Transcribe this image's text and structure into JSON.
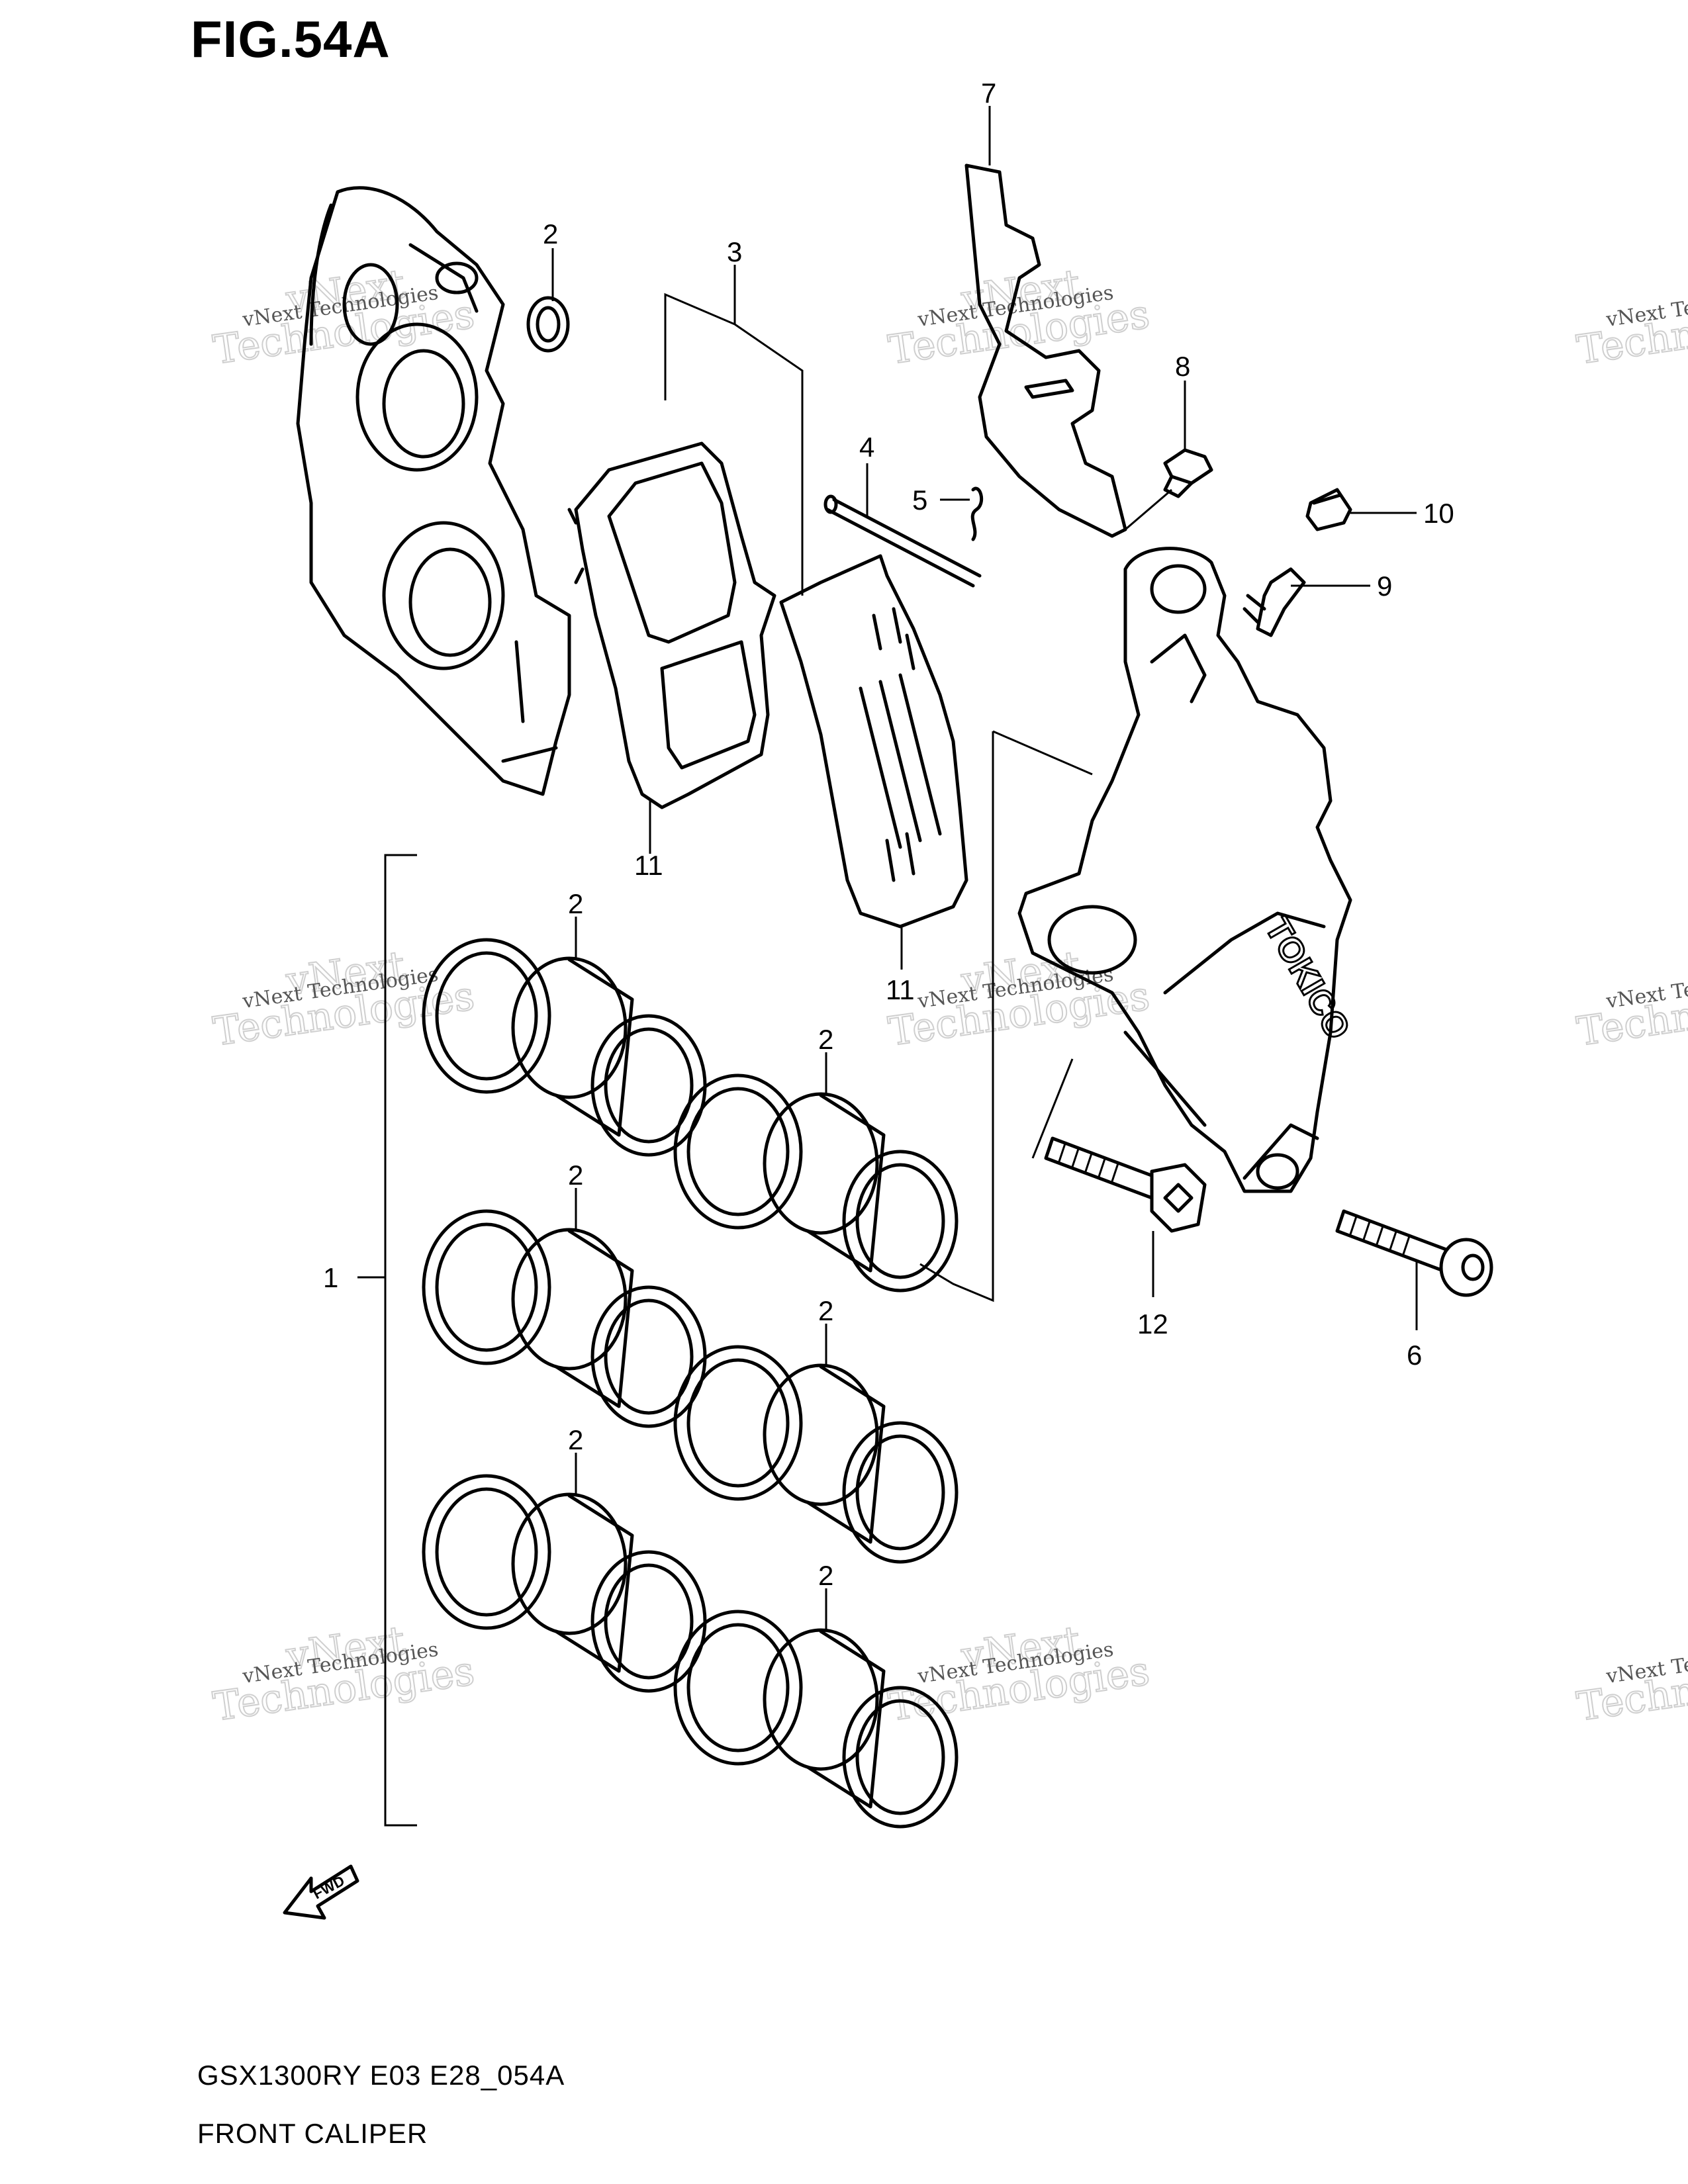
{
  "figure": {
    "title": "FIG.54A"
  },
  "footer": {
    "model_code": "GSX1300RY E03 E28_054A",
    "section_name": "FRONT CALIPER"
  },
  "watermark": {
    "line1": "vNext Technologies",
    "line2": "Technologies",
    "line3": "vNext"
  },
  "fwd_label": "FWD",
  "brand_mark": "TOKICO",
  "callouts": {
    "c1": "1",
    "c2a": "2",
    "c2b": "2",
    "c2c": "2",
    "c2d": "2",
    "c2e": "2",
    "c2f": "2",
    "c2g": "2",
    "c3": "3",
    "c4": "4",
    "c5": "5",
    "c6": "6",
    "c7": "7",
    "c8": "8",
    "c9": "9",
    "c10": "10",
    "c11a": "11",
    "c11b": "11",
    "c12": "12"
  }
}
